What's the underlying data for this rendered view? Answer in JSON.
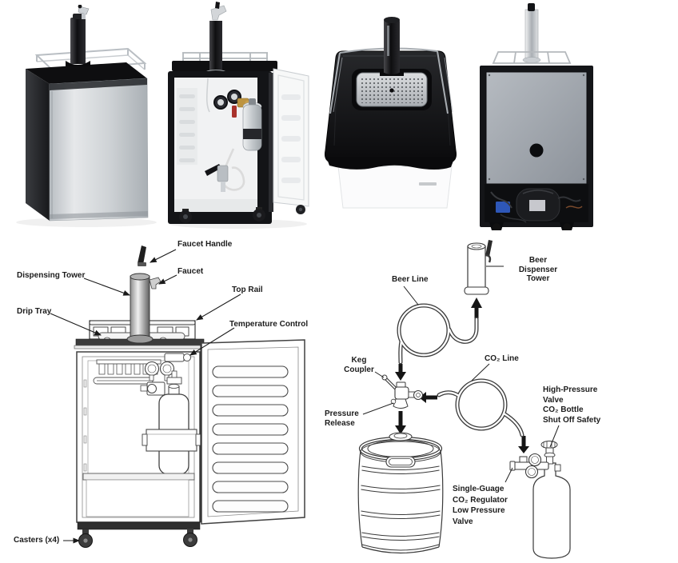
{
  "colors": {
    "background": "#ffffff",
    "line_art": "#3a3a3a",
    "label_text": "#1c1c1c",
    "flow_arrow": "#151515",
    "stainless_steel": "#c9cdd1",
    "cabinet_black": "#141518"
  },
  "parts_diagram": {
    "labels": {
      "faucet_handle": "Faucet Handle",
      "faucet": "Faucet",
      "dispensing_tower": "Dispensing Tower",
      "top_rail": "Top Rail",
      "drip_tray": "Drip Tray",
      "temperature_control": "Temperature Control",
      "casters": "Casters (x4)"
    }
  },
  "setup_diagram": {
    "labels": {
      "beer_line": "Beer Line",
      "beer_dispenser_tower": "Beer\nDispenser\nTower",
      "keg_coupler": "Keg\nCoupler",
      "co2_line": "CO₂ Line",
      "pressure_release": "Pressure\nRelease",
      "high_pressure_valve": "High-Pressure\nValve\nCO₂ Bottle\nShut Off Safety",
      "single_gauge_regulator": "Single-Guage\nCO₂ Regulator\nLow Pressure\nValve"
    }
  }
}
